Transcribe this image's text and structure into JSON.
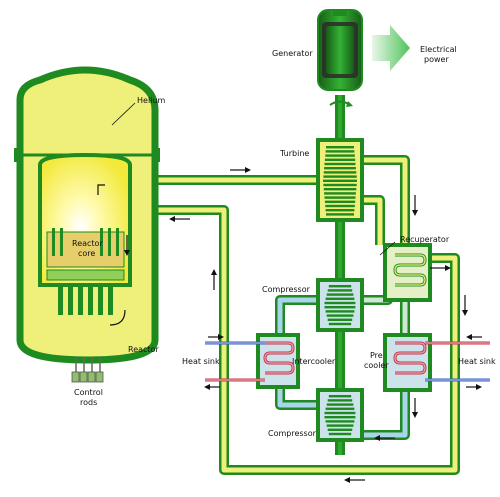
{
  "labels": {
    "generator": "Generator",
    "electrical_power_line1": "Electrical",
    "electrical_power_line2": "power",
    "helium": "Helium",
    "turbine": "Turbine",
    "recuperator": "Recuperator",
    "reactor_core_line1": "Reactor",
    "reactor_core_line2": "core",
    "compressor_top": "Compressor",
    "compressor_bottom": "Compressor",
    "intercooler": "Intercooler",
    "pre_cooler_line1": "Pre",
    "pre_cooler_line2": "cooler",
    "heat_sink_left": "Heat sink",
    "heat_sink_right": "Heat sink",
    "reactor": "Reactor",
    "control_rods_line1": "Control",
    "control_rods_line2": "rods"
  },
  "colors": {
    "vessel_green": "#1f8a1f",
    "helium_yellow": "#eef07a",
    "core_glow": "#fff59a",
    "cold_blue": "#a9d4ec",
    "hot_red": "#c2354b",
    "sink_blue": "#3a5ec0",
    "power_arrow": "#4fc35a"
  }
}
